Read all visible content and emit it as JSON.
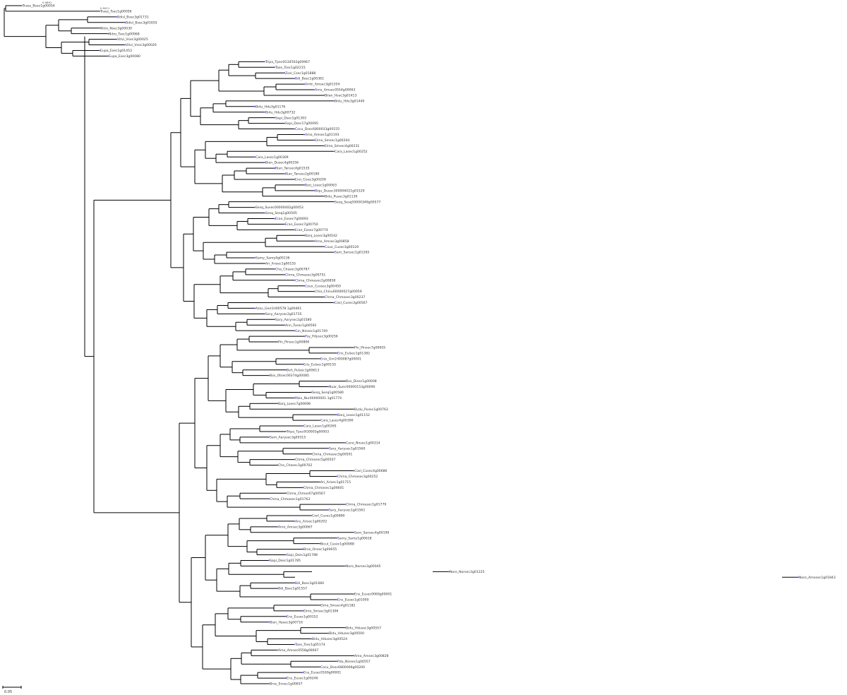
{
  "figure": {
    "scale_bar": "0.05",
    "top_support_a": "0.9691",
    "top_support_b": "0.9411"
  },
  "leaves": [
    "Traes_Bsec1g00054",
    "Traes_Tsec1g00056",
    "Bdisl_Bsec3g01731",
    "Bdisl_Bsec3g01655",
    "Nitro_Nsec3g00030",
    "Nitro_Tsec1g00068",
    "Vitvi_Vsec3g00025",
    "Vitvi_Vsec3g00026",
    "Eupa_Esec1g01453",
    "Eupa_Esec3g00080",
    "Tripa_Tpec0G34502g00967",
    "Taes_Tsec1g02215",
    "Zosl_Csec1g01888",
    "Bdi_Bsec1g00361",
    "Amtr_Amsec3g01354",
    "Amo_Amsec0554g00063",
    "Bilan_Hsec3g01413",
    "Bidu_Hdu3g01440",
    "Bidu_Hdu3g01176",
    "Bidu_Hdu3g00732",
    "Sapi_Dsec1g01393",
    "Sapi_Dsec17g00095",
    "Cocu_Dsec6800033g00155",
    "Amo_Amsec1g01193",
    "Elmo_Smsec1g00204",
    "Elmo_Smsec4g00231",
    "Cara_Lasec1g00252",
    "Cara_Lasec1g00309",
    "Bian_Dusec4g00256",
    "Bian_Tansec4g01535",
    "Bian_Tansec2g00180",
    "Eroi_Cisec3g00209",
    "Borj_Losec1g00063",
    "Biqu_Dusec300006021g01520",
    "Bidu_Pusec3g01139",
    "Sesq_Sesq50000348g00577",
    "Sesq_Susec00000402g00053",
    "Sesq_Sesq1g00505",
    "Eran_Eosec7g00693",
    "Eran_Eosec7g00750",
    "Eran_Eosec7g00774",
    "Banj_Losec3g00542",
    "Amo_Amsec3g00858",
    "Coux_Cusec3g00120",
    "Sam_Sansec1g01265",
    "Samy_Samy4g00136",
    "Ari_Arisec1g00155",
    "Cha_Chasec3g00787",
    "Chma_Chmasec3g00751",
    "Chma_Chmasec2g00858",
    "Coux_Cuxsec3g00450",
    "Chia_Chinu00000027g00059",
    "Chma_Chmasec3g00237",
    "Coxl_Cusec3g00567",
    "Azos_Gen1H00578.1g00461",
    "Sary_Aarysec2g01735",
    "Sary_Aarysec2g01580",
    "Ann_Tusec1g00592",
    "Gin_Ninsec1g01749",
    "Psy_Pdysec3g00256",
    "Pin_Pinsec1g00806",
    "Pin_Pinsec7g00655",
    "Eris_Eulsec1g01382",
    "Enis_Gin1H00087g00001",
    "Eris_Eulsec1g00155",
    "Bvh_Pulsec1g00613",
    "Bos_Otsec00374g00085",
    "Bos_Disec1g00008",
    "Nuar_Suec00000153g00090",
    "Sesq_Sesq1g00580",
    "Rbio_Nur00000001.1g01774",
    "Banj_Losec7g00698",
    "Bvdu_Pusec1g00763",
    "Banj_Losec1g01152",
    "Cara_Lasec4g00390",
    "Cara_Lasec1g00265",
    "Tripa_Tpec0G0003g00003",
    "Sam_Aarysec3g00315",
    "Ceno_Nnsec1g00314",
    "Sary_Aarysec1g01560",
    "Chma_Chmasec5g00501",
    "Chma_Chmasec5g00507",
    "Cha_Chasec3g00702",
    "Coxl_Cusec4g00686",
    "Chma_Chmasec3g00252",
    "Ari_Arisec1g01715",
    "Chma_Chmasec1g00601",
    "Chma_Chmas07g00567",
    "Chma_Chmasec1g01763",
    "Chma_Chmasec1g01779",
    "Sary_Aarysec1g01561",
    "Coxl_Cusec1g00890",
    "Ans_Arisec1g00202",
    "Amo_Amsec3g00067",
    "Sam_Sansec4g00199",
    "Samy_Samy1g00618",
    "Bicul_Cusec1g00088",
    "Bros_Onsec1g00655",
    "Sapi_Dsec1g01788",
    "Sapi_Dsec1g01785",
    "Noro_Norsec3g00045",
    "Noro_Norsec3g01225",
    "Noro_Amosec1g01843",
    "Bdi_Bsec3g01680",
    "Bdi_Bsec1g01557",
    "Ens_Eusec0069g00001",
    "Ens_Eusec1g01000",
    "Elmo_Smsec4g01182",
    "Elmo_Smsec3g01306",
    "Ens_Eusec1g00152",
    "Bian_Hasec3g00716",
    "Bidu_Hdusec3g00557",
    "Bidu_Hdusec3g00500",
    "Bidu_Hdusec3g00524",
    "Taes_Tsec1g05174",
    "Amo_Amsec0558g00067",
    "Amo_Amsec3g00828",
    "Pdu_Ninsec1g00557",
    "Cocu_Dsec6800006g00200",
    "Ens_Eusec0169g00001",
    "Ens_Eusec1g00246",
    "Bros_Ensec1g00657"
  ]
}
